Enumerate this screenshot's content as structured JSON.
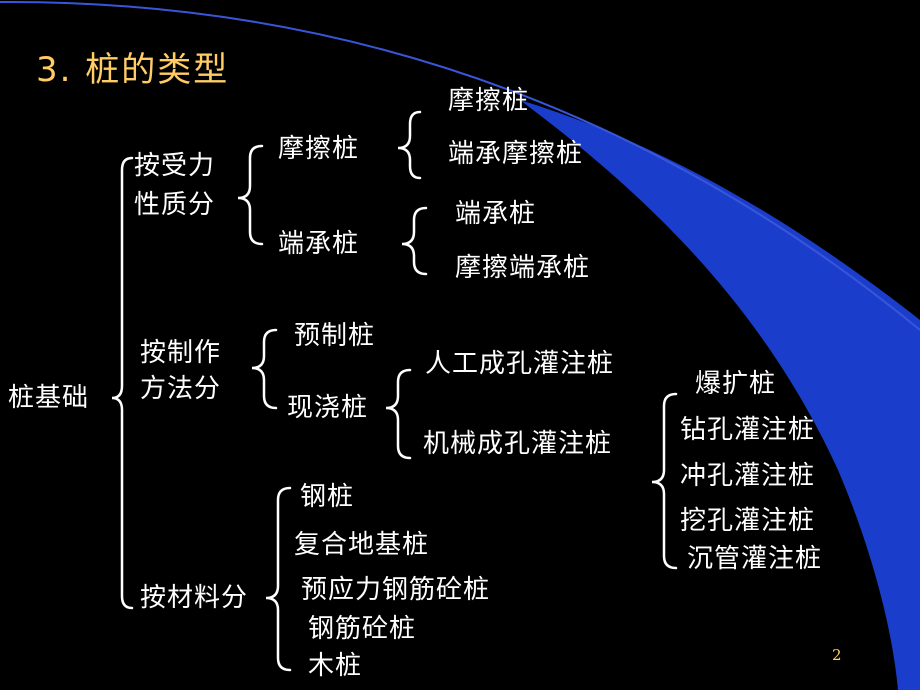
{
  "slide": {
    "title": "3.  桩的类型",
    "page_number": "2",
    "colors": {
      "background": "#000000",
      "title": "#ffcc66",
      "text": "#ffffff",
      "accent_curve": "#1a3dcc"
    }
  },
  "tree": {
    "root": "桩基础",
    "by_force": {
      "label_line1": "按受力",
      "label_line2": "性质分",
      "friction_pile": {
        "label": "摩擦桩",
        "children": [
          "摩擦桩",
          "端承摩擦桩"
        ]
      },
      "end_bearing_pile": {
        "label": "端承桩",
        "children": [
          "端承桩",
          "摩擦端承桩"
        ]
      }
    },
    "by_method": {
      "label_line1": "按制作",
      "label_line2": "方法分",
      "precast": "预制桩",
      "cast_in_place": {
        "label": "现浇桩",
        "manual": "人工成孔灌注桩",
        "mechanical": {
          "label": "机械成孔灌注桩",
          "children": [
            "爆扩桩",
            "钻孔灌注桩",
            "冲孔灌注桩",
            "挖孔灌注桩",
            "沉管灌注桩"
          ]
        }
      }
    },
    "by_material": {
      "label": "按材料分",
      "children": [
        "钢桩",
        "复合地基桩",
        "预应力钢筋砼桩",
        "钢筋砼桩",
        "木桩"
      ]
    }
  }
}
